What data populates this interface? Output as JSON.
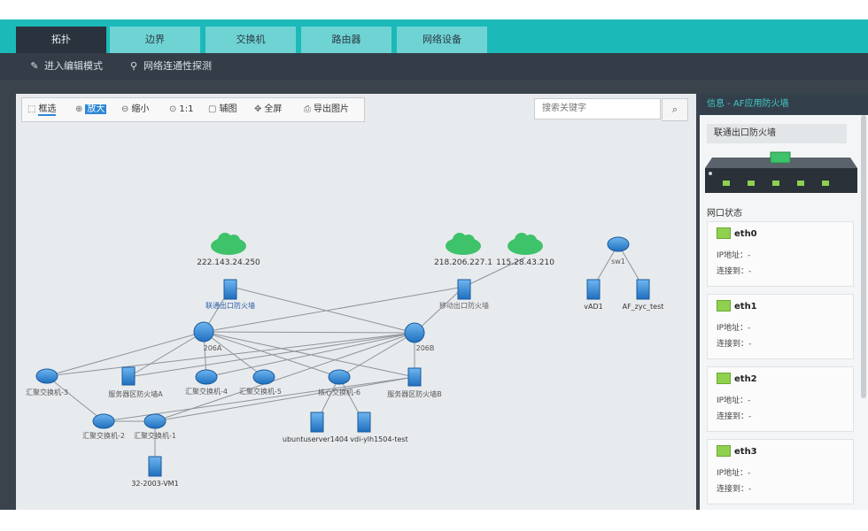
{
  "tabs": [
    "拓扑",
    "边界",
    "交换机",
    "路由器",
    "网络设备"
  ],
  "subtoolbar": {
    "edit_mode": "进入编辑模式",
    "connectivity": "网络连通性探测"
  },
  "controls": {
    "zoom_select": "框选",
    "zoom_in": "放大",
    "zoom_out": "缩小",
    "ratio": "1:1",
    "thumbnail": "辅图",
    "fullscreen": "全屏",
    "export": "导出图片"
  },
  "search": {
    "placeholder": "搜索关键字"
  },
  "topology": {
    "clouds": [
      "222.143.24.250",
      "218.206.227.1",
      "115.28.43.210"
    ],
    "firewall_labels": [
      "联通出口防火墙",
      "移动出口防火墙"
    ],
    "core_labels": [
      "206A",
      "206B"
    ],
    "node_labels": [
      "汇聚交换机-3",
      "服务器区防火墙A",
      "汇聚交换机-4",
      "汇聚交换机-5",
      "核心交换机-6",
      "服务器区防火墙B",
      "汇聚交换机-2",
      "汇聚交换机-1",
      "32-2003-VM1",
      "ubuntuserver1404",
      "vdi-ylh1504-test",
      "vAD1",
      "AF_zyc_test",
      "sw1"
    ]
  },
  "panel": {
    "title": "信息 - AF应用防火墙",
    "device_name": "联通出口防火墙",
    "ports_label": "网口状态",
    "ports": [
      {
        "name": "eth0",
        "ip": "IP地址：-",
        "conn": "连接到：-"
      },
      {
        "name": "eth1",
        "ip": "IP地址：-",
        "conn": "连接到：-"
      },
      {
        "name": "eth2",
        "ip": "IP地址：-",
        "conn": "连接到：-"
      },
      {
        "name": "eth3",
        "ip": "IP地址：-",
        "conn": "连接到：-"
      }
    ]
  },
  "colors": {
    "accent": "#1cb9b9",
    "dark": "#2a333d",
    "node_blue": "#2e86d6",
    "cloud_green": "#3ec26a"
  }
}
